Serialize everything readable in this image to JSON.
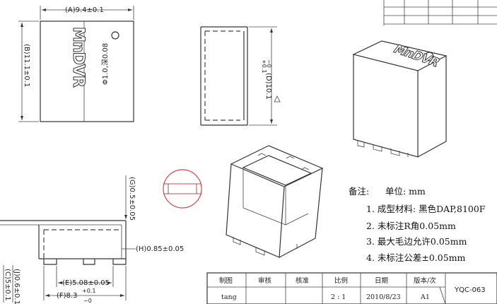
{
  "dimensions": {
    "a_width": "(A)9.4±0.1",
    "b_height": "(B)11.1±0.1",
    "d_height": "(D)10.1",
    "d_tol_upper": "+0.1",
    "d_tol_lower": "−0",
    "g_thickness": "(G)0.5±0.05",
    "h_thickness": "(H)0.85±0.05",
    "e_pitch": "(E)5.08±0.05",
    "f_width": "(F)8.3",
    "f_tol_upper": "+0.1",
    "f_tol_lower": "−0",
    "c_height": "(C)5±0.1",
    "j_height": "(J)0.6±0.1",
    "hole_label": "Φ1.0,深0.08"
  },
  "brand_logo": "MnDVR",
  "notes": {
    "heading": "备注:",
    "unit": "单位: mm",
    "items": [
      "1. 成型材料:  黑色DAP,8100F",
      "2. 未标注R角0.05mm",
      "3. 最大毛边允许0.05mm",
      "4. 未标注公差±0.05mm"
    ]
  },
  "title_block": {
    "headers": [
      "制图",
      "审核",
      "核准",
      "比例",
      "日期",
      "版本/次"
    ],
    "values": [
      "tang",
      "",
      "",
      "2 : 1",
      "2010/8/23",
      "A1"
    ],
    "drawing_no": "YQC-063"
  }
}
